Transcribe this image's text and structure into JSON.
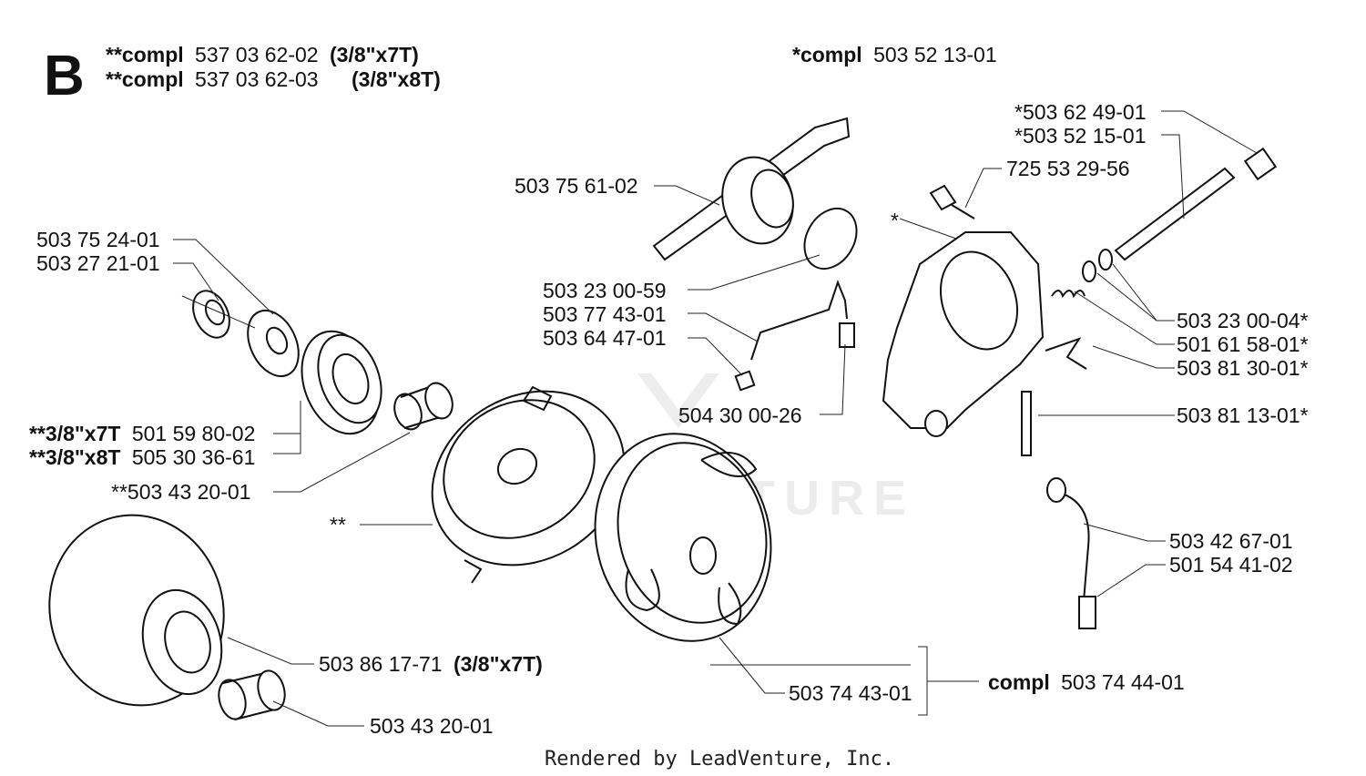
{
  "section_letter": "B",
  "header": {
    "compl_7t_prefix": "**compl",
    "compl_7t_number": "537 03 62-02",
    "compl_7t_variant": "(3/8\"x7T)",
    "compl_8t_prefix": "**compl",
    "compl_8t_number": "537 03 62-03",
    "compl_8t_variant": "(3/8\"x8T)",
    "compl_pump_prefix": "*compl",
    "compl_pump_number": "503 52 13-01"
  },
  "labels": {
    "p_503_75_61_02": "503 75 61-02",
    "p_503_75_24_01": "503 75 24-01",
    "p_503_27_21_01": "503 27 21-01",
    "p_503_23_00_59": "503 23 00-59",
    "p_503_77_43_01": "503 77 43-01",
    "p_503_64_47_01": "503 64 47-01",
    "p_504_30_00_26": "504 30 00-26",
    "rim_7t_prefix": "**3/8\"x7T",
    "rim_7t_number": "501 59 80-02",
    "rim_8t_prefix": "**3/8\"x8T",
    "rim_8t_number": "505 30 36-61",
    "p_503_43_20_01_bearing": "**503 43 20-01",
    "drum_marker": "**",
    "pump_marker": "*",
    "p_503_62_49_01": "*503 62 49-01",
    "p_503_52_15_01": "*503 52 15-01",
    "p_725_53_29_56": "725 53 29-56",
    "p_503_23_00_04": "503 23 00-04*",
    "p_501_61_58_01": "501 61 58-01*",
    "p_503_81_30_01": "503 81 30-01*",
    "p_503_81_13_01": "503 81 13-01*",
    "p_503_42_67_01": "503 42 67-01",
    "p_501_54_41_02": "501 54 41-02",
    "p_503_86_17_71": "503 86 17-71",
    "p_503_86_17_71_variant": "(3/8\"x7T)",
    "p_503_43_20_01": "503 43 20-01",
    "p_503_74_43_01": "503 74 43-01",
    "clutch_compl_prefix": "compl",
    "clutch_compl_number": "503 74 44-01"
  },
  "watermark": "LEADVENTURE",
  "footer": "Rendered by LeadVenture, Inc."
}
